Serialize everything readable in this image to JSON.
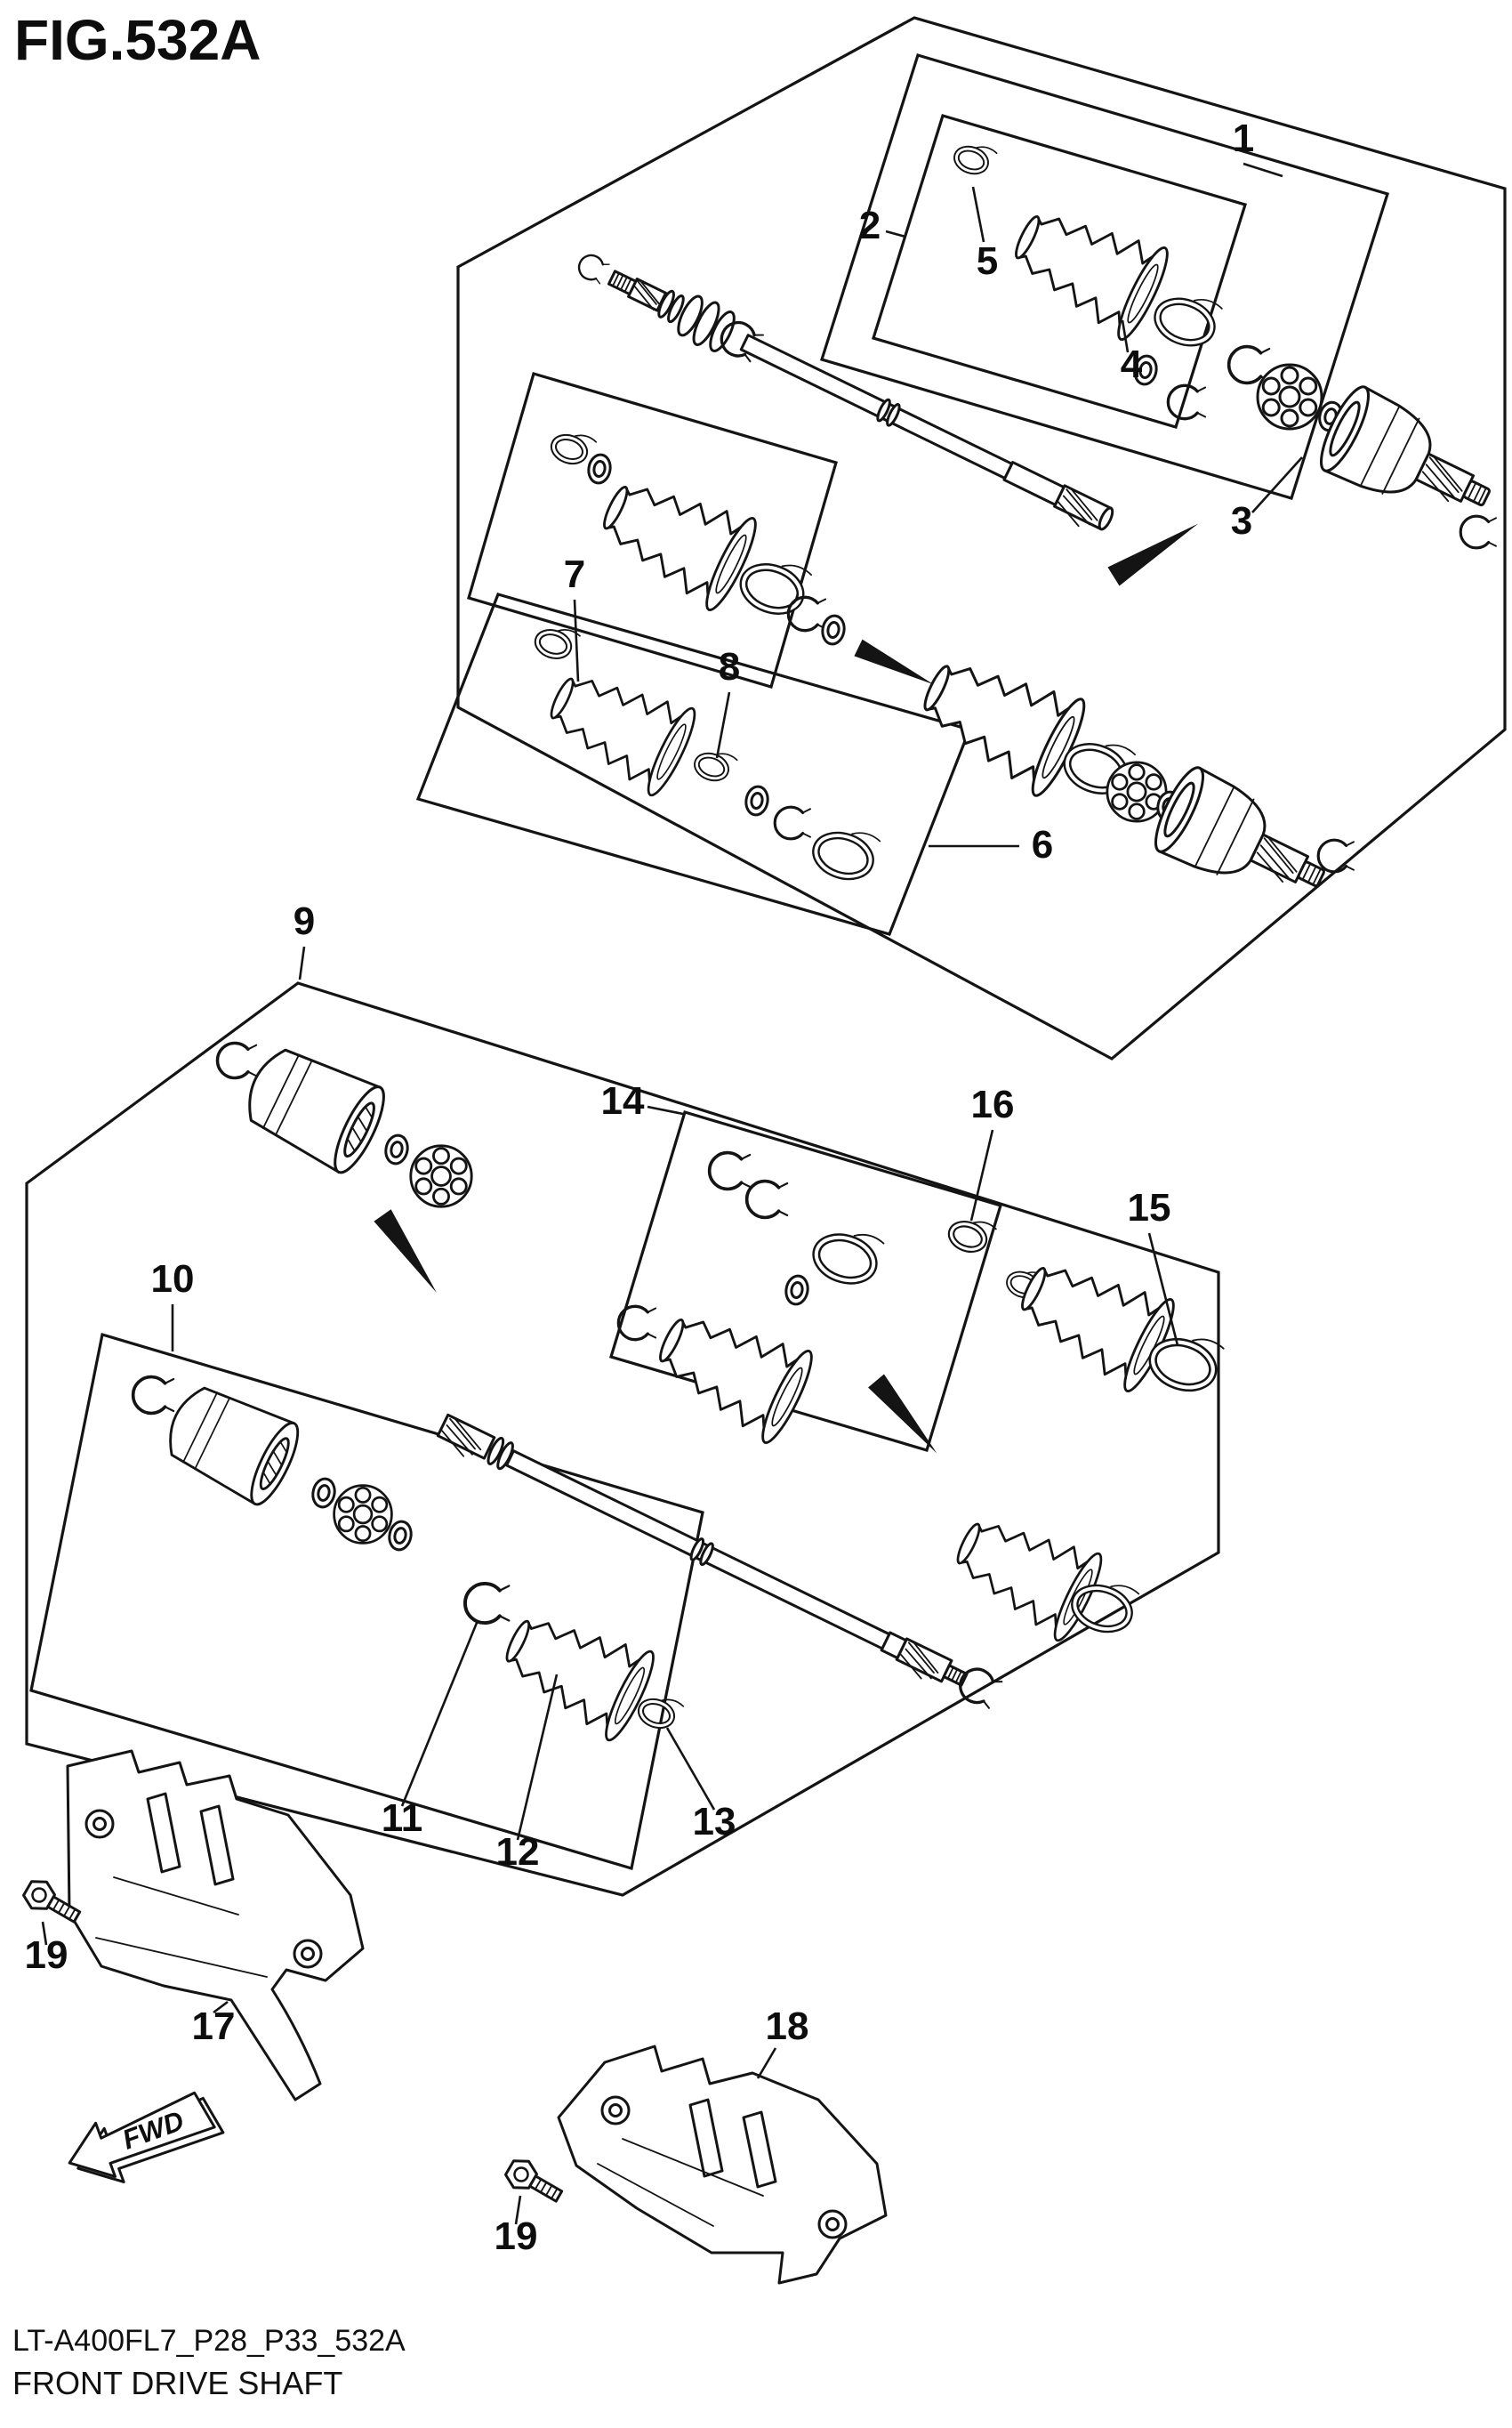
{
  "figure": {
    "title": "FIG.532A",
    "doc_code": "LT-A400FL7_P28_P33_532A",
    "caption": "FRONT DRIVE SHAFT",
    "fwd_label": "FWD",
    "line_color": "#141414",
    "background_color": "#ffffff"
  },
  "callouts": {
    "c1": "1",
    "c2": "2",
    "c3": "3",
    "c4": "4",
    "c5": "5",
    "c6": "6",
    "c7": "7",
    "c8": "8",
    "c9": "9",
    "c10": "10",
    "c11": "11",
    "c12": "12",
    "c13": "13",
    "c14": "14",
    "c15": "15",
    "c16": "16",
    "c17": "17",
    "c18": "18",
    "c19a": "19",
    "c19b": "19"
  }
}
